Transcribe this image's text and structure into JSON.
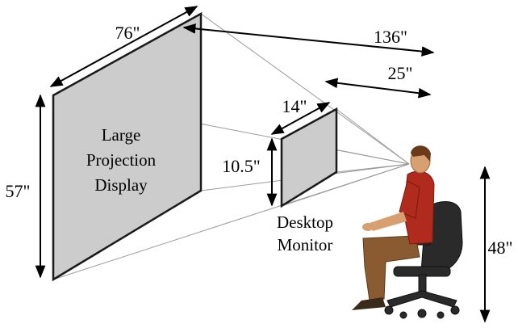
{
  "labels": {
    "large_display": [
      "Large",
      "Projection",
      "Display"
    ],
    "desktop_monitor": [
      "Desktop",
      "Monitor"
    ]
  },
  "dimensions": {
    "large_width": "76\"",
    "large_height": "57\"",
    "large_distance": "136\"",
    "monitor_width": "14\"",
    "monitor_height": "10.5\"",
    "monitor_distance": "25\"",
    "eye_height": "48\""
  },
  "colors": {
    "screen_fill": "#cccccc",
    "frame": "#1a1a1a",
    "sightline": "#9a9a9a",
    "shirt": "#b02a1e",
    "pants": "#8a5a30",
    "chair": "#2a2a2a"
  }
}
